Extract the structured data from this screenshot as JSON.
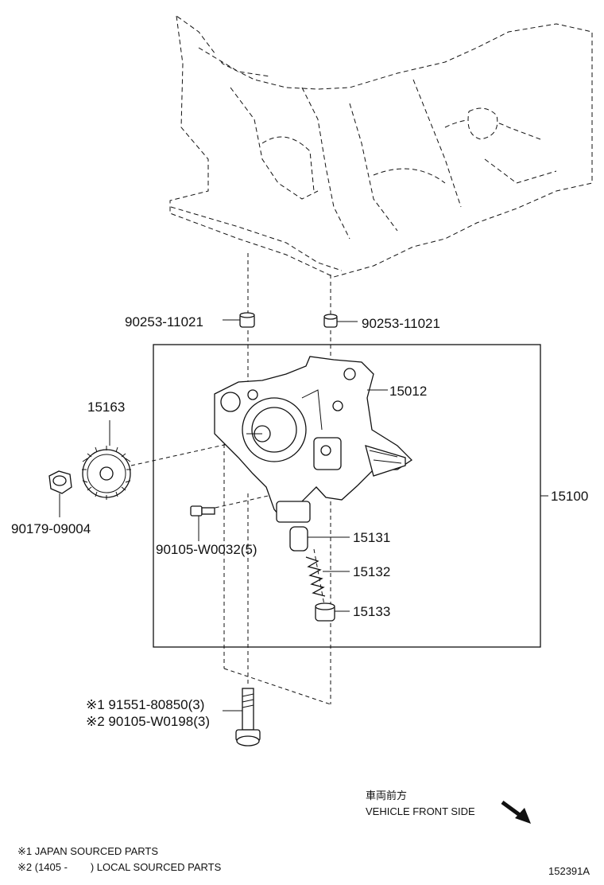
{
  "labels": {
    "bush_left": "90253-11021",
    "bush_right": "90253-11021",
    "cover": "15012",
    "sprocket": "15163",
    "assembly": "15100",
    "nut": "90179-09004",
    "screw": "90105-W0032(5)",
    "valve": "15131",
    "spring": "15132",
    "plug": "15133",
    "bolt1": "※1 91551-80850(3)",
    "bolt2": "※2 90105-W0198(3)"
  },
  "direction": {
    "jp": "車両前方",
    "en": "VEHICLE FRONT SIDE"
  },
  "notes": {
    "note1": "※1 JAPAN SOURCED PARTS",
    "note2": "※2 (1405 -        ) LOCAL SOURCED PARTS"
  },
  "figure_id": "152391A"
}
